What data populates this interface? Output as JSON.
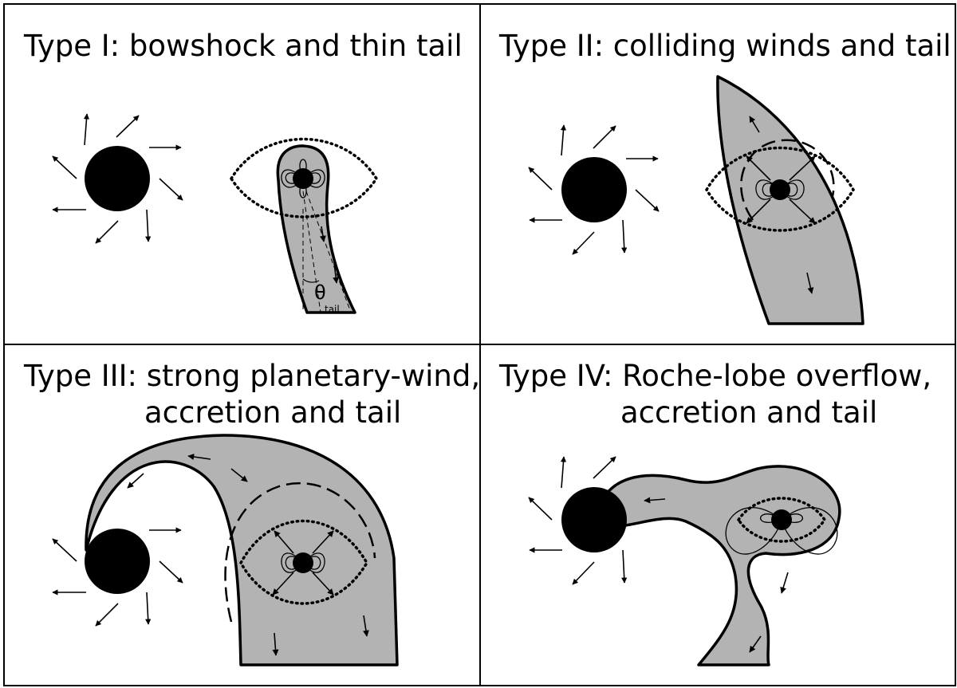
{
  "panels": [
    {
      "id": "type-1",
      "title": "Type I: bowshock and thin tail",
      "title_lines": [
        "Type I: bowshock and thin tail"
      ]
    },
    {
      "id": "type-2",
      "title": "Type II: colliding winds and tail",
      "title_lines": [
        "Type II: colliding winds and tail"
      ]
    },
    {
      "id": "type-3",
      "title": "Type III: strong planetary-wind, accretion and tail",
      "title_lines": [
        "Type III: strong planetary-wind,",
        "accretion and tail"
      ]
    },
    {
      "id": "type-4",
      "title": "Type IV: Roche-lobe overflow, accretion and tail",
      "title_lines": [
        "Type IV: Roche-lobe overflow,",
        "accretion and tail"
      ]
    }
  ],
  "annotation": {
    "symbol": "θ",
    "subscript": "tail"
  },
  "colors": {
    "flow_fill": "#b3b3b3",
    "ink": "#000000",
    "background": "#ffffff"
  }
}
